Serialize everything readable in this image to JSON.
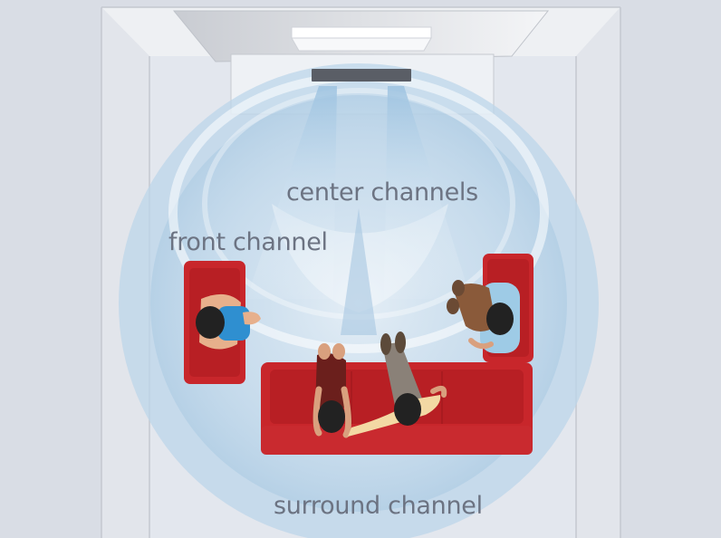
{
  "labels": {
    "center_channels": "center channels",
    "front_channel": "front channel",
    "surround_channel": "surround channel"
  },
  "colors": {
    "wall": "#d8dce4",
    "floor": "#e6e9ef",
    "sound_field": "#b9d3e8",
    "sofa": "#c8262b",
    "label_text": "#6c7382",
    "soundbar": "#5a5e66"
  }
}
